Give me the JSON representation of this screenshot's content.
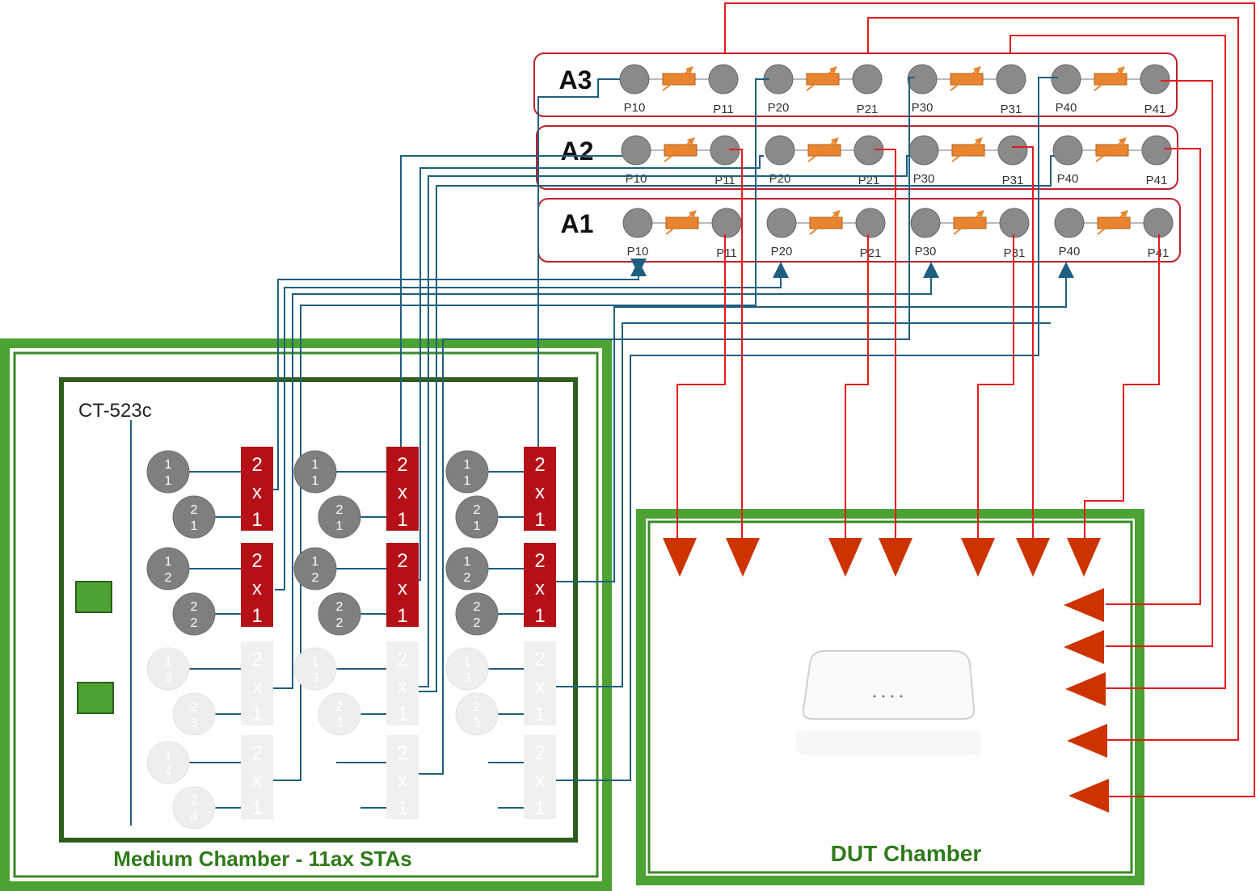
{
  "attenuators": [
    {
      "label": "A3",
      "ports": [
        "P10",
        "P11",
        "P20",
        "P21",
        "P30",
        "P31",
        "P40",
        "P41"
      ]
    },
    {
      "label": "A2",
      "ports": [
        "P10",
        "P11",
        "P20",
        "P21",
        "P30",
        "P31",
        "P40",
        "P41"
      ]
    },
    {
      "label": "A1",
      "ports": [
        "P10",
        "P11",
        "P20",
        "P21",
        "P30",
        "P31",
        "P40",
        "P41"
      ]
    }
  ],
  "device": {
    "name": "CT-523c"
  },
  "radios": {
    "active": [
      [
        "1",
        "1"
      ],
      [
        "2",
        "1"
      ],
      [
        "1",
        "2"
      ],
      [
        "2",
        "2"
      ]
    ],
    "faded": [
      [
        "1",
        "3"
      ],
      [
        "2",
        "3"
      ],
      [
        "1",
        "4"
      ],
      [
        "2",
        "4"
      ]
    ]
  },
  "combiner": {
    "label": [
      "2",
      "x",
      "1"
    ]
  },
  "chambers": {
    "medium": "Medium Chamber - 11ax STAs",
    "dut": "DUT Chamber"
  },
  "colors": {
    "chamber_green": "#4ca232",
    "chamber_dark": "#2e5d1e",
    "title_green": "#2f7a1a",
    "attenuator_border": "#c0212f",
    "port_gray": "#8a8a8a",
    "attenuator_orange": "#e8852e",
    "combiner_red": "#b50f17",
    "radio_gray": "#7f7f7f",
    "cable_blue": "#1e5f80",
    "cable_red": "#e31b1b",
    "antenna_red": "#cc3300"
  }
}
